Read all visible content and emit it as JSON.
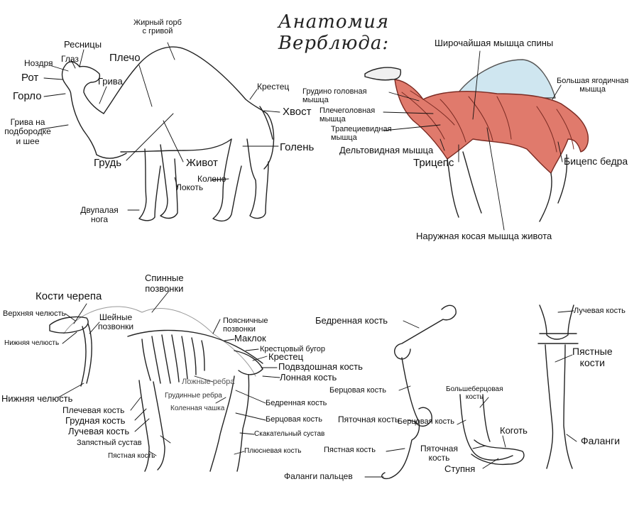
{
  "title": "Анатомия Верблюда:",
  "external": {
    "hump": [
      "Жирный горб",
      "с гривой"
    ],
    "eyelashes": "Ресницы",
    "nostril": "Ноздря",
    "eye": "Глаз",
    "mouth": "Рот",
    "throat": "Горло",
    "mane": "Грива",
    "shoulder": "Плечо",
    "chin_mane": [
      "Грива на",
      "подбородке",
      "и шее"
    ],
    "sacrum": "Крестец",
    "tail": "Хвост",
    "shin": "Голень",
    "chest": "Грудь",
    "belly": "Живот",
    "knee": "Колено",
    "elbow": "Локоть",
    "foot": [
      "Двупалая",
      "нога"
    ]
  },
  "muscles": {
    "latissimus": "Широчайшая мышца спины",
    "gluteus": [
      "Большая ягодичная",
      "мышца"
    ],
    "sternocephalic": [
      "Грудино головная",
      "мышца"
    ],
    "brachiocephalic": [
      "Плечеголовная",
      "мышца"
    ],
    "trapezius": [
      "Трапециевидная",
      "мышца"
    ],
    "deltoid": "Дельтовидная мышца",
    "triceps": "Трицепс",
    "biceps_femoris": "Бицепс бедра",
    "external_oblique": "Наружная косая мышца живота"
  },
  "skeleton": {
    "skull": "Кости черепа",
    "upper_jaw": "Верхняя челюсть",
    "neck_vertebrae": [
      "Шейные",
      "позвонки"
    ],
    "lower_jaw_small": "Нижняя челюсть",
    "lower_jaw": "Нижняя челюсть",
    "spinal_vertebrae": [
      "Спинные",
      "позвонки"
    ],
    "lumbar_vertebrae": [
      "Поясничные",
      "позвонки"
    ],
    "maklok": "Маклок",
    "sacral_tuber": "Крестцовый бугор",
    "sacrum": "Крестец",
    "ilium": "Подвздошная кость",
    "pubis": "Лонная кость",
    "false_ribs": "Ложные ребра",
    "sternal_ribs": "Грудинные ребра",
    "kneecap": "Коленная чашка",
    "femur": "Бедренная кость",
    "tibia": "Берцовая кость",
    "tarsal_joint": "Скакательный сустав",
    "metatarsal": "Плюсневая кость",
    "humerus": "Плечевая кость",
    "sternum": "Грудная кость",
    "radius": "Лучевая кость",
    "carpal_joint": "Запястный сустав",
    "metacarpal": "Пястная кость"
  },
  "hindleg": {
    "femur": "Бедренная кость",
    "tibia": "Берцовая кость",
    "heel": "Пяточная кость",
    "metacarpal": "Пястная кость",
    "phalanges": "Фаланги пальцев"
  },
  "foot": {
    "big_tibia": [
      "Большеберцовая",
      "кость"
    ],
    "tibia": "Берцовая кость",
    "heel": [
      "Пяточная",
      "кость"
    ],
    "claw": "Коготь",
    "sole": "Ступня"
  },
  "foreleg": {
    "radius": "Лучевая кость",
    "metacarpal": [
      "Пястные",
      "кости"
    ],
    "phalanges": "Фаланги"
  },
  "colors": {
    "muscle": "#e07a6c",
    "hump": "#cfe6f0",
    "line": "#222222"
  }
}
